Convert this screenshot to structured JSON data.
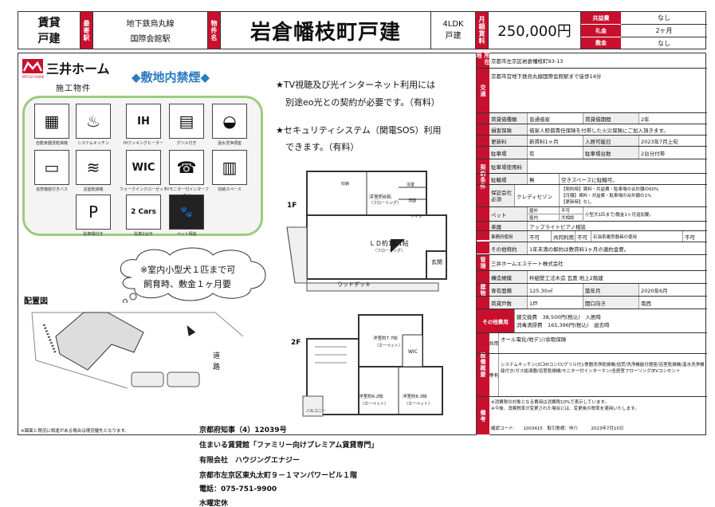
{
  "header": {
    "category_line1": "賃貸",
    "category_line2": "戸建",
    "nearest_station_label": "最寄駅",
    "line_name": "地下鉄烏丸線",
    "station_name": "国際会館駅",
    "property_name_label": "物件名",
    "property_name": "岩倉幡枝町戸建",
    "layout": "4LDK",
    "type": "戸建",
    "rent_label": "月額賃料",
    "rent": "250,000円",
    "common_fee_label": "共益費",
    "common_fee": "なし",
    "key_money_label": "礼金",
    "key_money": "2ヶ月",
    "deposit_label": "敷金",
    "deposit": "なし"
  },
  "brand": {
    "logo_text": "三井ホーム",
    "logo_sub": "MITSUI HOME",
    "construction_note": "施工物件",
    "no_smoking": "◆敷地内禁煙◆"
  },
  "features": [
    {
      "label": "自動食器洗乾燥機",
      "icon": "dishwasher-icon"
    },
    {
      "label": "システムキッチン",
      "icon": "kitchen-icon"
    },
    {
      "label": "IHクッキングヒーター",
      "icon": "ih-heater-icon"
    },
    {
      "label": "グリル付き",
      "icon": "grill-icon"
    },
    {
      "label": "温水洗浄便座",
      "icon": "toilet-icon"
    },
    {
      "label": "追焚機能付きバス",
      "icon": "bath-icon"
    },
    {
      "label": "浴室乾燥機",
      "icon": "bath-dryer-icon"
    },
    {
      "label": "ウォークインクローゼット",
      "icon": "walk-in-closet-icon"
    },
    {
      "label": "TVモニター付インターフォン",
      "icon": "intercom-icon"
    },
    {
      "label": "収納スペース",
      "icon": "storage-icon"
    },
    {
      "label": "駐車場付き",
      "icon": "parking-icon"
    },
    {
      "label": "駐車2台可",
      "icon": "two-cars-icon"
    },
    {
      "label": "ペット相談",
      "icon": "pet-icon"
    }
  ],
  "feature_icon_text": {
    "ih": "IH",
    "wic": "WIC",
    "two_cars": "2 Cars",
    "parking": "P"
  },
  "notes": {
    "tv_note_1": "★TV視聴及び光インターネット利用には",
    "tv_note_2": "別途eo光との契約が必要です。（有料）",
    "security_note_1": "★セキュリティシステム（関電SOS）利用",
    "security_note_2": "できます。（有料）",
    "pet_note_1": "※室内小型犬１匹まで可",
    "pet_note_2": "飼育時、敷金１ヶ月要",
    "layout_map_label": "配置図",
    "road_label": "道路",
    "disclaimer": "※図面と現況に相違がある場合は現況優先となります。"
  },
  "floorplan": {
    "floor1": "1F",
    "floor2": "2F",
    "ld": "ＬＤ約19.1帖",
    "ld_sub": "（フローリング）",
    "room1": "洋室約6帖",
    "room1_sub": "（フローリング）",
    "deck": "ウッドデッキ",
    "entrance": "玄関",
    "toilet": "トイレ",
    "bath": "浴室",
    "wash": "洗面",
    "storage": "収納",
    "room2a": "洋室約7.7帖",
    "room2b": "洋室約6.2帖",
    "room2c": "洋室約6.3帖",
    "wic": "WIC",
    "carpet": "（カーペット）",
    "balcony": "バルコニー"
  },
  "agent": {
    "license": "京都府知事（4）12039号",
    "store": "住まいる賃貸館「ファミリー向けプレミアム賃貸専門」",
    "company": "有限会社　ハウジングエナジー",
    "address": "京都市左京区東丸太町９－１マンパワービル１階",
    "tel": "電話：075-751-9900",
    "holiday": "水曜定休"
  },
  "details": {
    "sec_location": "所在地",
    "location": "京都市左京区岩倉幡枝町93-13",
    "sec_traffic": "交通",
    "traffic": "京都市営地下鉄烏丸線国際会館駅まで徒歩14分",
    "sec_conditions": "契約条件",
    "contract_type_label": "賃貸借種類",
    "contract_type": "普通借家",
    "contract_period_label": "賃貸借期間",
    "contract_period": "2年",
    "insurance_label": "損害保険",
    "insurance": "借家人賠償責任保険を付帯した火災保険にご加入頂きます。",
    "renewal_label": "更新料",
    "renewal": "新賃料1ヶ月",
    "move_in_label": "入居可能日",
    "move_in": "2023年7月上旬",
    "parking_label": "駐車場",
    "parking": "有",
    "parking_count_label": "駐車場台数",
    "parking_count": "2台分付帯",
    "parking_fee_label": "駐車場使用料",
    "parking_fee": "",
    "bike_label": "駐輪場",
    "bike": "無",
    "bike_note": "空きスペースに駐輪可。",
    "guarantor_label": "保証会社必須",
    "guarantor": "クレディセゾン",
    "guarantor_note_1": "【契約時】賃料・共益費・駐車場の合計額の60%",
    "guarantor_note_2": "【月額】賃料・共益費・駐車場の合計額の1%",
    "guarantor_note_3": "【更新時】なし",
    "pet_label": "ペット",
    "pet_outdoor": "屋外",
    "pet_outdoor_val": "不可",
    "pet_indoor": "屋内",
    "pet_indoor_val": "犬相談",
    "pet_note": "小型犬1匹まで/敷金1ヶ月追加要。",
    "instrument_label": "楽器",
    "instrument": "アップライトピアノ相談",
    "office_label": "事務所使用",
    "office": "不可",
    "share_label": "共同利用",
    "share": "不可",
    "stove_label": "石油系暖房器具の使用",
    "stove": "不可",
    "other_label": "その他特約",
    "other": "1年未満の解約は敷賃料1ヶ月の違約金要。",
    "sec_management": "管理",
    "management": "三井ホームエステート株式会社",
    "sec_building": "建物",
    "structure_label": "構造規模",
    "structure": "枠組壁工法木造 瓦葺 地上2階建",
    "area_label": "専有面積",
    "area": "125.30㎡",
    "built_label": "築年月",
    "built": "2020年6月",
    "floor_label": "賃貸戸数",
    "floor": "1戸",
    "direction_label": "開口向き",
    "direction": "南西",
    "sec_other_costs": "その他費用",
    "cost_1": "鍵交換費　38,500円(税込)　入居時",
    "cost_2": "消毒清掃費　165,396円(税込)　退去時",
    "sec_equipment": "設備概要",
    "common_label": "共用",
    "common": "オール電化/地デジ/余暇保険",
    "private_label": "専有",
    "private": "システムキッチン(3口IHコンロ/グリル付)/食器洗浄乾燥機/追焚/洗浄機能付便座/浴室乾燥機/温水洗浄機能付き/ガス給湯器/浴室乾燥機/モニター付インターホン/全居室フローリング/EVコンセント",
    "sec_remarks": "備考",
    "remark_1": "※消費税の対象となる費用は消費税10%で表示しています。",
    "remark_2": "※今後、消費税率が変更された場合には、変更後の税率を適用いたします。",
    "code": "確認コード:　　1003415　取引態様：仲介　　　2023年7月10日"
  }
}
